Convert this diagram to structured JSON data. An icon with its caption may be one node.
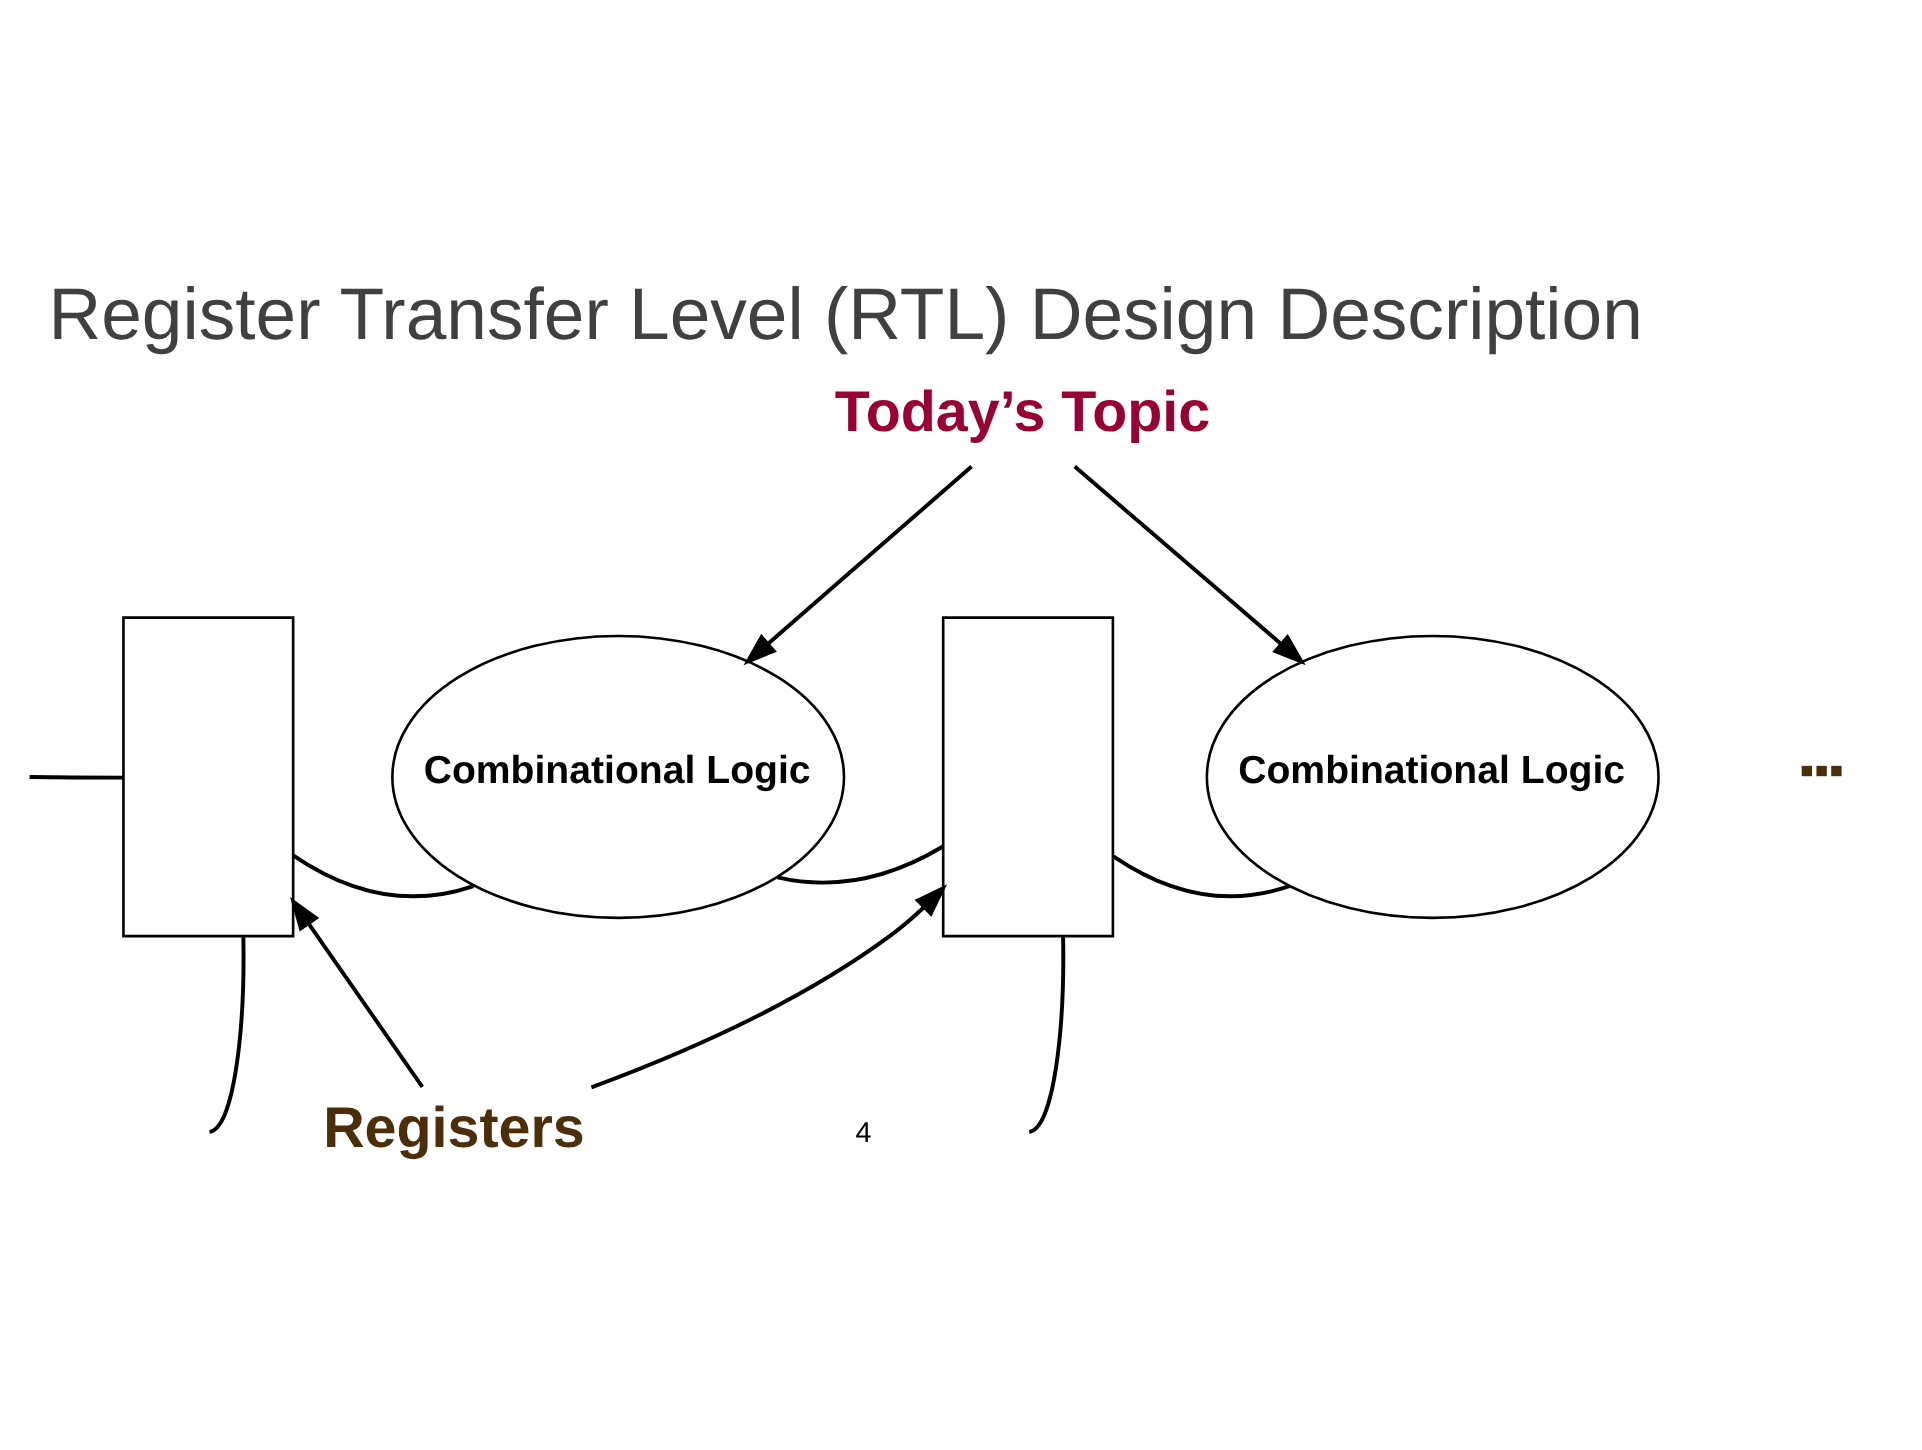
{
  "diagram": {
    "title": "Register Transfer Level (RTL) Design Description",
    "nodes": [
      {
        "text": [
          "Today’s Topic"
        ]
      },
      {
        "text": [],
        "shape": "box"
      },
      {
        "text": [
          "Combinational Logic"
        ]
      },
      {
        "text": [],
        "shape": "box"
      },
      {
        "text": [
          "Combinational Logic"
        ]
      },
      {
        "text": [
          "Registers"
        ]
      }
    ],
    "edges": [
      {
        "from": 0,
        "to": 2,
        "arrow": "to"
      },
      {
        "from": 0,
        "to": 4,
        "arrow": "to"
      },
      {
        "from": null,
        "to": 1,
        "arrow": "none"
      },
      {
        "from": 1,
        "to": 2,
        "arrow": "none"
      },
      {
        "from": 2,
        "to": 3,
        "arrow": "none"
      },
      {
        "from": 3,
        "to": 4,
        "arrow": "none"
      },
      {
        "from": null,
        "to": 1,
        "arrow": "none"
      },
      {
        "from": null,
        "to": 3,
        "arrow": "none"
      },
      {
        "from": 5,
        "to": 1,
        "arrow": "to"
      },
      {
        "from": 5,
        "to": 3,
        "arrow": "to"
      }
    ],
    "labels": [
      "▪▪▪",
      "4"
    ]
  }
}
